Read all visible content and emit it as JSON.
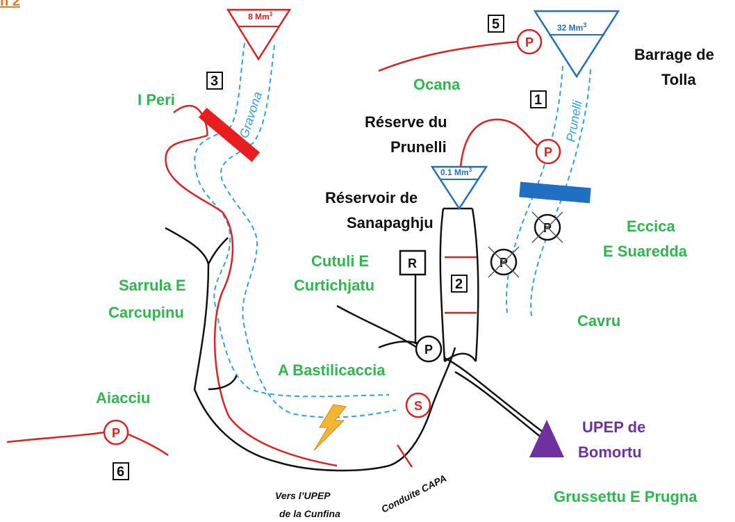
{
  "heading": "n 2",
  "reservoirs": {
    "gravona_volume": "8 Mm",
    "tolla_volume": "32 Mm",
    "sanapaghju_volume": "0.1 Mm",
    "superscript": "3"
  },
  "rivers": {
    "gravona": "Gravona",
    "prunelli": "Prunelli"
  },
  "places": {
    "i_peri": "I Peri",
    "ocana": "Ocana",
    "cutuli_line1": "Cutuli E",
    "cutuli_line2": "Curtichjatu",
    "sarrula_line1": "Sarrula E",
    "sarrula_line2": "Carcupinu",
    "bastilicaccia": "A Bastilicaccia",
    "aiacciu": "Aiacciu",
    "eccica_line1": "Eccica",
    "eccica_line2": "E Suaredda",
    "cavru": "Cavru",
    "grussettu": "Grussettu E Prugna"
  },
  "labels": {
    "tolla_line1": "Barrage de",
    "tolla_line2": "Tolla",
    "prunelli_reserve_line1": "Réserve du",
    "prunelli_reserve_line2": "Prunelli",
    "sanapaghju_line1": "Réservoir de",
    "sanapaghju_line2": "Sanapaghju",
    "upep_line1": "UPEP de",
    "upep_line2": "Bomortu",
    "vers_line1": "Vers l’UPEP",
    "vers_line2": "de la Cunfina",
    "conduite": "Conduite CAPA"
  },
  "numbers": {
    "n1": "1",
    "n2": "2",
    "n3": "3",
    "n5": "5",
    "n6": "6"
  },
  "symbols": {
    "pump": "P",
    "reservoir_r": "R",
    "station_s": "S"
  },
  "colors": {
    "red": "#e02020",
    "blue": "#2aa3e6",
    "dark_blue": "#1f6fc2",
    "green": "#2db84d",
    "purple": "#7030a0",
    "orange": "#e97a1e",
    "bolt": "#f2b632"
  }
}
